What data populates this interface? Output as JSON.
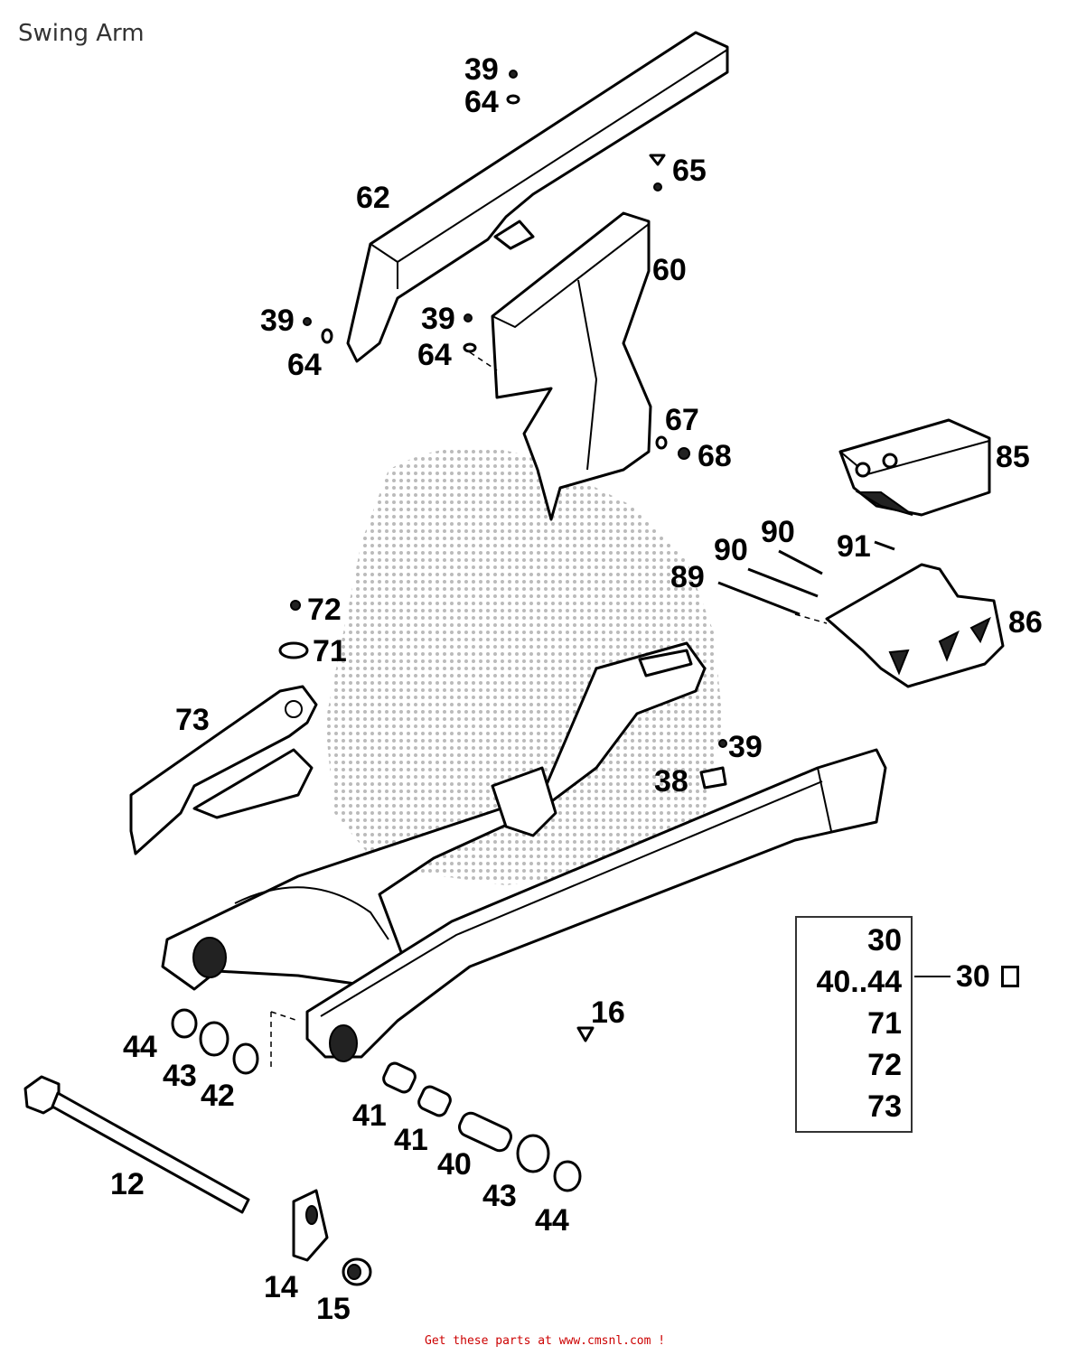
{
  "title": "Swing Arm",
  "callouts": {
    "c39_top": "39",
    "c64_top": "64",
    "c65": "65",
    "c62": "62",
    "c60": "60",
    "c39_left": "39",
    "c64_left": "64",
    "c39_mid": "39",
    "c64_mid": "64",
    "c67": "67",
    "c68": "68",
    "c85": "85",
    "c90_a": "90",
    "c90_b": "90",
    "c91": "91",
    "c89": "89",
    "c86": "86",
    "c72": "72",
    "c71": "71",
    "c73": "73",
    "c39_right": "39",
    "c38": "38",
    "c16": "16",
    "c44_left": "44",
    "c43_left": "43",
    "c42": "42",
    "c41_a": "41",
    "c41_b": "41",
    "c40": "40",
    "c43_right": "43",
    "c44_right": "44",
    "c12": "12",
    "c14": "14",
    "c15": "15"
  },
  "kit": {
    "items": [
      "30",
      "40..44",
      "71",
      "72",
      "73"
    ],
    "reference": "30"
  },
  "footer": "Get these parts at www.cmsnl.com !"
}
